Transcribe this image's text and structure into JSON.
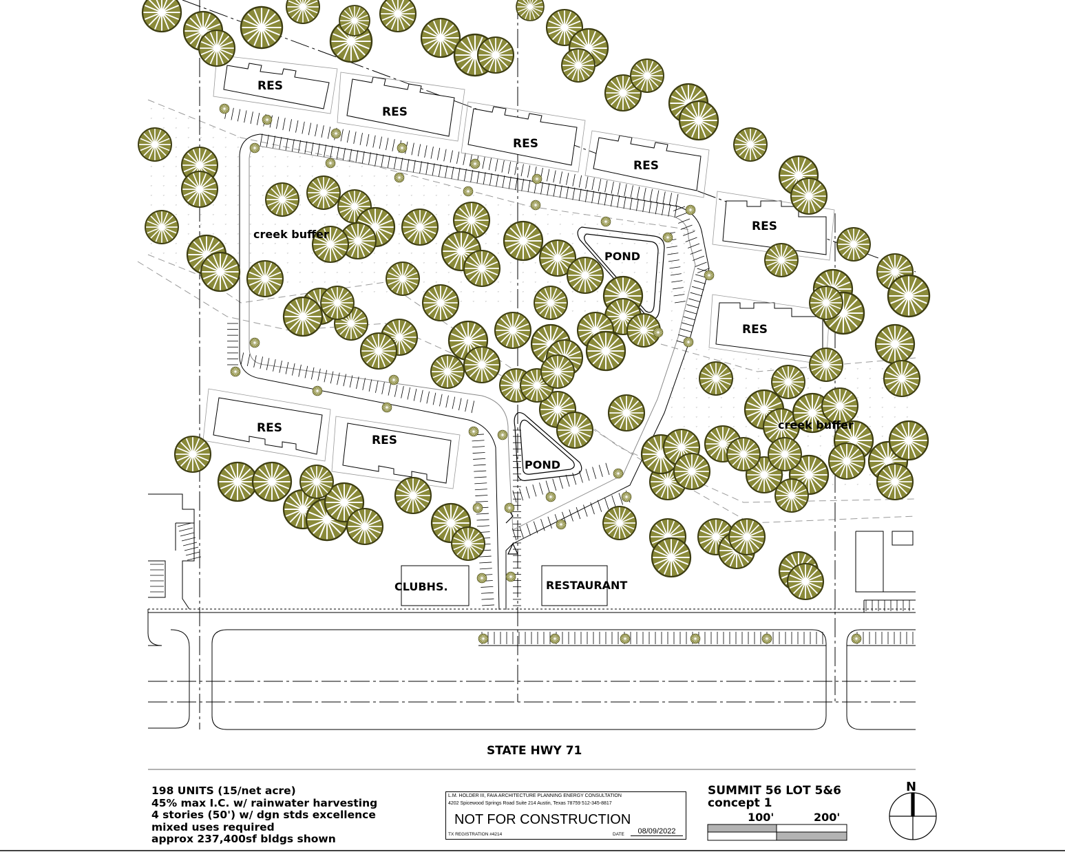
{
  "site_labels": {
    "res": "RES",
    "creek_buffer": "creek buffer",
    "pond": "POND",
    "clubhouse": "CLUBHS.",
    "restaurant": "RESTAURANT",
    "highway": "STATE HWY 71"
  },
  "notes": [
    "198 UNITS (15/net acre)",
    "45% max I.C. w/ rainwater harvesting",
    "4 stories (50') w/ dgn stds excellence",
    "mixed uses required",
    "approx 237,400sf bldgs shown"
  ],
  "title_block": {
    "firm": "L.M. HOLDER III, FAIA  ARCHITECTURE  PLANNING  ENERGY CONSULTATION",
    "address": "4202 Spicewood Springs Road  Suite 214  Austin, Texas 78759  512-345-8817",
    "status": "NOT FOR CONSTRUCTION",
    "registration": "TX REGISTRATION #4214",
    "date_label": "DATE",
    "date": "08/09/2022"
  },
  "project": {
    "name": "SUMMIT 56 LOT 5&6",
    "concept": "concept  1"
  },
  "scale": {
    "mark_1": "100'",
    "mark_2": "200'"
  },
  "north": "N",
  "colors": {
    "tree_fill": "#8a8a3a",
    "tree_stroke": "#3d3d12",
    "line": "#000000",
    "buffer_dot": "#9a9a9a",
    "scale_bar": "#b3b3b3"
  }
}
